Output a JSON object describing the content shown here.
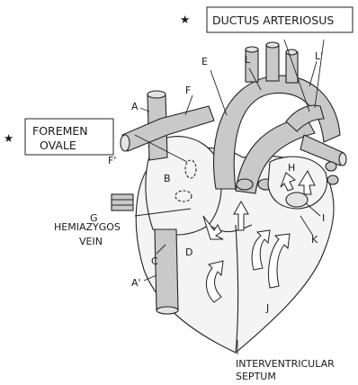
{
  "labels": {
    "ductus_arteriosus": "DUCTUS ARTERIOSUS",
    "foramen_ovale_line1": "FOREMEN",
    "foramen_ovale_line2": "OVALE",
    "hemiazygos_line1": "HEMIAZYGOS",
    "hemiazygos_line2": "VEIN",
    "interventricular_line1": "INTERVENTRICULAR",
    "interventricular_line2": "SEPTUM"
  },
  "letters": {
    "A": "A",
    "A_prime": "A'",
    "B": "B",
    "C": "C",
    "D": "D",
    "E": "E",
    "F": "F",
    "F_prime": "F'",
    "G": "G",
    "H": "H",
    "I": "I",
    "J": "J",
    "K": "K",
    "L": "L",
    "L_prime": "L'"
  },
  "stars": {
    "ductus": "★",
    "foramen": "★"
  },
  "colors": {
    "ink": "#222222",
    "vessel_fill": "#c9c9c9",
    "chamber_fill": "#f4f4f4"
  }
}
